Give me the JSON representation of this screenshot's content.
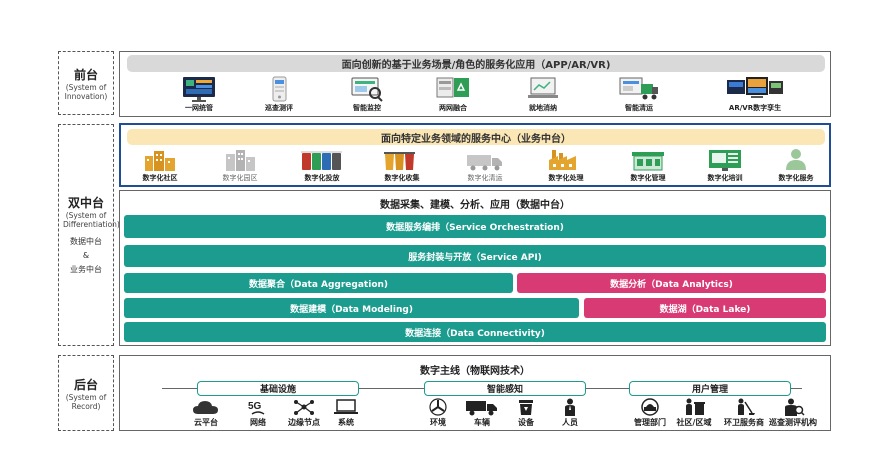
{
  "tiers": {
    "front": {
      "title": "前台",
      "sub": "(System of Innovation)"
    },
    "middle": {
      "title": "双中台",
      "sub": "(System of Differentiation)",
      "line1": "数据中台",
      "amp": "&",
      "line2": "业务中台"
    },
    "back": {
      "title": "后台",
      "sub": "(System of Record)"
    }
  },
  "front": {
    "heading": "面向创新的基于业务场景/角色的服务化应用（APP/AR/VR)",
    "apps": [
      {
        "label": "一网统管",
        "icon": "dashboard-screen-icon"
      },
      {
        "label": "巡查测评",
        "icon": "mobile-app-icon"
      },
      {
        "label": "智能监控",
        "icon": "monitor-search-icon"
      },
      {
        "label": "两网融合",
        "icon": "recycle-screen-icon"
      },
      {
        "label": "就地消纳",
        "icon": "laptop-chart-icon"
      },
      {
        "label": "智能清运",
        "icon": "truck-screen-icon"
      },
      {
        "label": "AR/VR数字孪生",
        "icon": "ar-vr-screens-icon"
      }
    ]
  },
  "business": {
    "heading": "面向特定业务领域的服务中心（业务中台）",
    "items": [
      {
        "label": "数字化社区",
        "icon": "community-buildings-icon",
        "active": true
      },
      {
        "label": "数字化园区",
        "icon": "park-buildings-icon",
        "active": false
      },
      {
        "label": "数字化投放",
        "icon": "sorting-bins-icon",
        "active": true
      },
      {
        "label": "数字化收集",
        "icon": "collection-bins-icon",
        "active": true
      },
      {
        "label": "数字化清运",
        "icon": "transport-truck-icon",
        "active": false
      },
      {
        "label": "数字化处理",
        "icon": "factory-icon",
        "active": true
      },
      {
        "label": "数字化管理",
        "icon": "station-icon",
        "active": true
      },
      {
        "label": "数字化培训",
        "icon": "training-board-icon",
        "active": true
      },
      {
        "label": "数字化服务",
        "icon": "service-person-icon",
        "active": true
      }
    ]
  },
  "data": {
    "heading": "数据采集、建模、分析、应用（数据中台）",
    "orchestration": "数据服务编排（Service Orchestration)",
    "api": "服务封装与开放（Service API)",
    "aggregation": "数据聚合（Data Aggregation)",
    "analytics": "数据分析（Data Analytics)",
    "modeling": "数据建模（Data Modeling)",
    "lake": "数据湖（Data Lake)",
    "connectivity": "数据连接（Data Connectivity)"
  },
  "back": {
    "heading": "数字主线（物联网技术）",
    "groups": [
      {
        "title": "基础设施",
        "items": [
          {
            "label": "云平台",
            "icon": "cloud-icon"
          },
          {
            "label": "网络",
            "icon": "5g-icon"
          },
          {
            "label": "边缘节点",
            "icon": "edge-nodes-icon"
          },
          {
            "label": "系统",
            "icon": "laptop-icon"
          }
        ]
      },
      {
        "title": "智能感知",
        "items": [
          {
            "label": "环境",
            "icon": "fan-icon"
          },
          {
            "label": "车辆",
            "icon": "truck-icon"
          },
          {
            "label": "设备",
            "icon": "bin-device-icon"
          },
          {
            "label": "人员",
            "icon": "person-icon"
          }
        ]
      },
      {
        "title": "用户管理",
        "items": [
          {
            "label": "管理部门",
            "icon": "building-dome-icon"
          },
          {
            "label": "社区/区域",
            "icon": "trash-person-icon"
          },
          {
            "label": "环卫服务商",
            "icon": "sweeper-icon"
          },
          {
            "label": "巡查测评机构",
            "icon": "inspector-icon"
          }
        ]
      }
    ]
  },
  "colors": {
    "teal": "#1b9c8f",
    "pink": "#d83b74",
    "gold": "#fbe7b5",
    "gray": "#d9d9d9",
    "frame_blue": "#1f4e96"
  }
}
